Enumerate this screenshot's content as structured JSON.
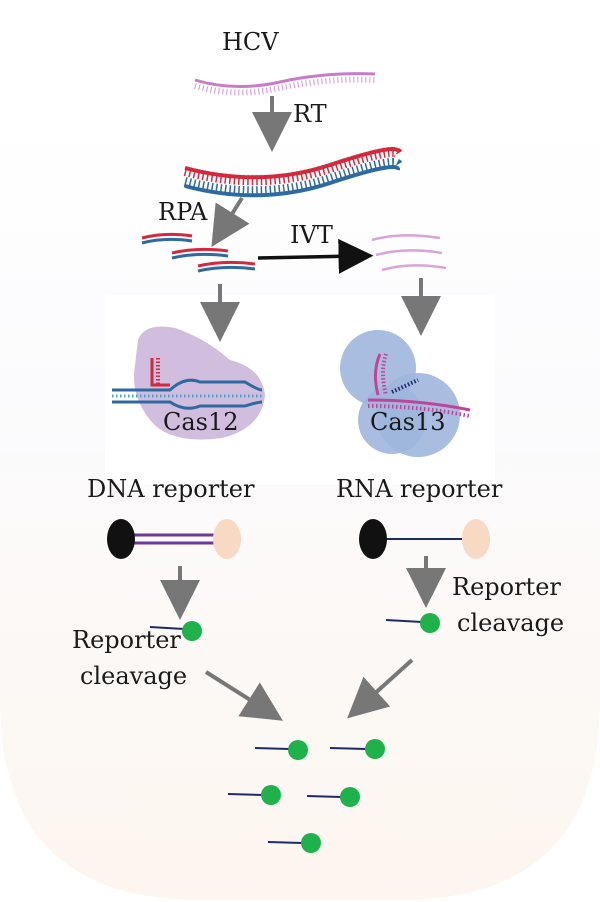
{
  "labels": {
    "hcv": "HCV",
    "rt": "RT",
    "rpa": "RPA",
    "ivt": "IVT",
    "cas12": "Cas12",
    "cas13": "Cas13",
    "dna_reporter": "DNA reporter",
    "rna_reporter": "RNA reporter",
    "reporter_cleavage_left_1": "Reporter",
    "reporter_cleavage_left_2": "cleavage",
    "reporter_cleavage_right_1": "Reporter",
    "reporter_cleavage_right_2": "cleavage"
  },
  "colors": {
    "rna_strand": "#c77bc9",
    "dna_red": "#d4283c",
    "dna_blue": "#2d6aa0",
    "cas12_blob": "#c9b3d8",
    "cas13_blob": "#9fb6dd",
    "quencher": "#111111",
    "fluorophore_off": "#f7d9c4",
    "fluorophore_on": "#1fb24a",
    "dna_linker": "#6b3a9a",
    "rna_linker": "#1c2a6b",
    "arrow": "#777777",
    "ivt_arrow": "#111111"
  },
  "icons": [
    "rna-strand-icon",
    "dsdna-icon",
    "cas12-complex-icon",
    "cas13-complex-icon",
    "reporter-icon",
    "cleaved-reporter-icon"
  ]
}
